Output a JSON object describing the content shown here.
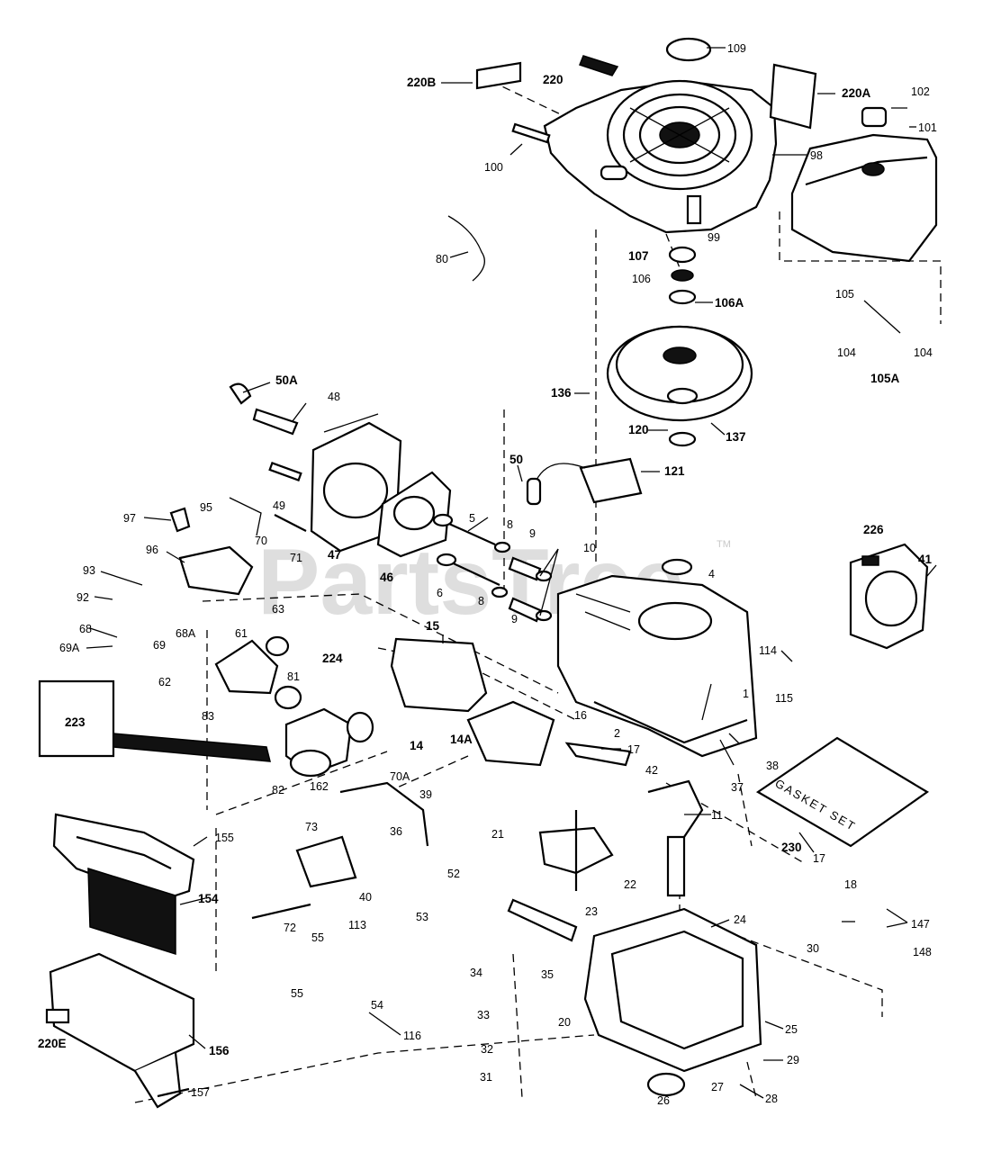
{
  "watermark": {
    "text": "PartsTree",
    "trademark": "TM"
  },
  "gasket_set_text": "GASKET SET",
  "callouts": [
    {
      "n": "109",
      "b": false
    },
    {
      "n": "220B",
      "b": true
    },
    {
      "n": "220",
      "b": true
    },
    {
      "n": "220A",
      "b": true
    },
    {
      "n": "102",
      "b": false
    },
    {
      "n": "101",
      "b": false
    },
    {
      "n": "100",
      "b": false
    },
    {
      "n": "98",
      "b": false
    },
    {
      "n": "80",
      "b": false
    },
    {
      "n": "107",
      "b": true
    },
    {
      "n": "99",
      "b": false
    },
    {
      "n": "106",
      "b": false
    },
    {
      "n": "106A",
      "b": true
    },
    {
      "n": "105",
      "b": false
    },
    {
      "n": "104",
      "b": false
    },
    {
      "n": "105A",
      "b": true
    },
    {
      "n": "104",
      "b": false
    },
    {
      "n": "50A",
      "b": true
    },
    {
      "n": "48",
      "b": false
    },
    {
      "n": "136",
      "b": true
    },
    {
      "n": "120",
      "b": true
    },
    {
      "n": "137",
      "b": true
    },
    {
      "n": "50",
      "b": true
    },
    {
      "n": "121",
      "b": true
    },
    {
      "n": "97",
      "b": false
    },
    {
      "n": "95",
      "b": false
    },
    {
      "n": "49",
      "b": false
    },
    {
      "n": "70",
      "b": false
    },
    {
      "n": "71",
      "b": false
    },
    {
      "n": "5",
      "b": false
    },
    {
      "n": "8",
      "b": false
    },
    {
      "n": "9",
      "b": false
    },
    {
      "n": "10",
      "b": false
    },
    {
      "n": "226",
      "b": true
    },
    {
      "n": "41",
      "b": true
    },
    {
      "n": "96",
      "b": false
    },
    {
      "n": "47",
      "b": true
    },
    {
      "n": "46",
      "b": true
    },
    {
      "n": "6",
      "b": false
    },
    {
      "n": "4",
      "b": false
    },
    {
      "n": "93",
      "b": false
    },
    {
      "n": "92",
      "b": false
    },
    {
      "n": "8",
      "b": false
    },
    {
      "n": "9",
      "b": false
    },
    {
      "n": "63",
      "b": false
    },
    {
      "n": "68",
      "b": false
    },
    {
      "n": "69",
      "b": false
    },
    {
      "n": "68A",
      "b": false
    },
    {
      "n": "69A",
      "b": false
    },
    {
      "n": "15",
      "b": true
    },
    {
      "n": "61",
      "b": false
    },
    {
      "n": "114",
      "b": false
    },
    {
      "n": "62",
      "b": false
    },
    {
      "n": "81",
      "b": false
    },
    {
      "n": "224",
      "b": true
    },
    {
      "n": "223",
      "b": true
    },
    {
      "n": "83",
      "b": false
    },
    {
      "n": "1",
      "b": false
    },
    {
      "n": "115",
      "b": false
    },
    {
      "n": "16",
      "b": false
    },
    {
      "n": "14A",
      "b": true
    },
    {
      "n": "2",
      "b": false
    },
    {
      "n": "14",
      "b": true
    },
    {
      "n": "17",
      "b": false
    },
    {
      "n": "42",
      "b": false
    },
    {
      "n": "38",
      "b": false
    },
    {
      "n": "162",
      "b": false
    },
    {
      "n": "82",
      "b": false
    },
    {
      "n": "37",
      "b": false
    },
    {
      "n": "70A",
      "b": false
    },
    {
      "n": "39",
      "b": false
    },
    {
      "n": "11",
      "b": false
    },
    {
      "n": "155",
      "b": false
    },
    {
      "n": "21",
      "b": false
    },
    {
      "n": "73",
      "b": false
    },
    {
      "n": "36",
      "b": false
    },
    {
      "n": "230",
      "b": true
    },
    {
      "n": "22",
      "b": false
    },
    {
      "n": "17",
      "b": false
    },
    {
      "n": "18",
      "b": false
    },
    {
      "n": "52",
      "b": false
    },
    {
      "n": "154",
      "b": true
    },
    {
      "n": "40",
      "b": false
    },
    {
      "n": "147",
      "b": false
    },
    {
      "n": "53",
      "b": false
    },
    {
      "n": "72",
      "b": false
    },
    {
      "n": "113",
      "b": false
    },
    {
      "n": "23",
      "b": false
    },
    {
      "n": "24",
      "b": false
    },
    {
      "n": "148",
      "b": false
    },
    {
      "n": "55",
      "b": false
    },
    {
      "n": "30",
      "b": false
    },
    {
      "n": "34",
      "b": false
    },
    {
      "n": "35",
      "b": false
    },
    {
      "n": "55",
      "b": false
    },
    {
      "n": "54",
      "b": false
    },
    {
      "n": "33",
      "b": false
    },
    {
      "n": "116",
      "b": false
    },
    {
      "n": "25",
      "b": false
    },
    {
      "n": "20",
      "b": false
    },
    {
      "n": "32",
      "b": false
    },
    {
      "n": "29",
      "b": false
    },
    {
      "n": "220E",
      "b": true
    },
    {
      "n": "156",
      "b": true
    },
    {
      "n": "31",
      "b": false
    },
    {
      "n": "26",
      "b": false
    },
    {
      "n": "27",
      "b": false
    },
    {
      "n": "28",
      "b": false
    },
    {
      "n": "157",
      "b": false
    }
  ]
}
